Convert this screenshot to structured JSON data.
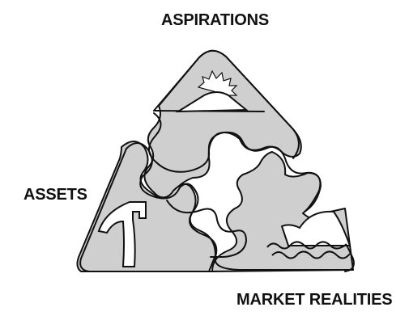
{
  "labels": {
    "top": "ASPIRATIONS",
    "left": "ASSETS",
    "right": "MARKET REALITIES"
  },
  "colors": {
    "fill": "#cfcfcf",
    "stroke": "#111111",
    "background": "#ffffff"
  },
  "icons": {
    "top": "mountain-sun-icon",
    "left": "hammer-icon",
    "right": "shark-fin-waves-icon"
  }
}
